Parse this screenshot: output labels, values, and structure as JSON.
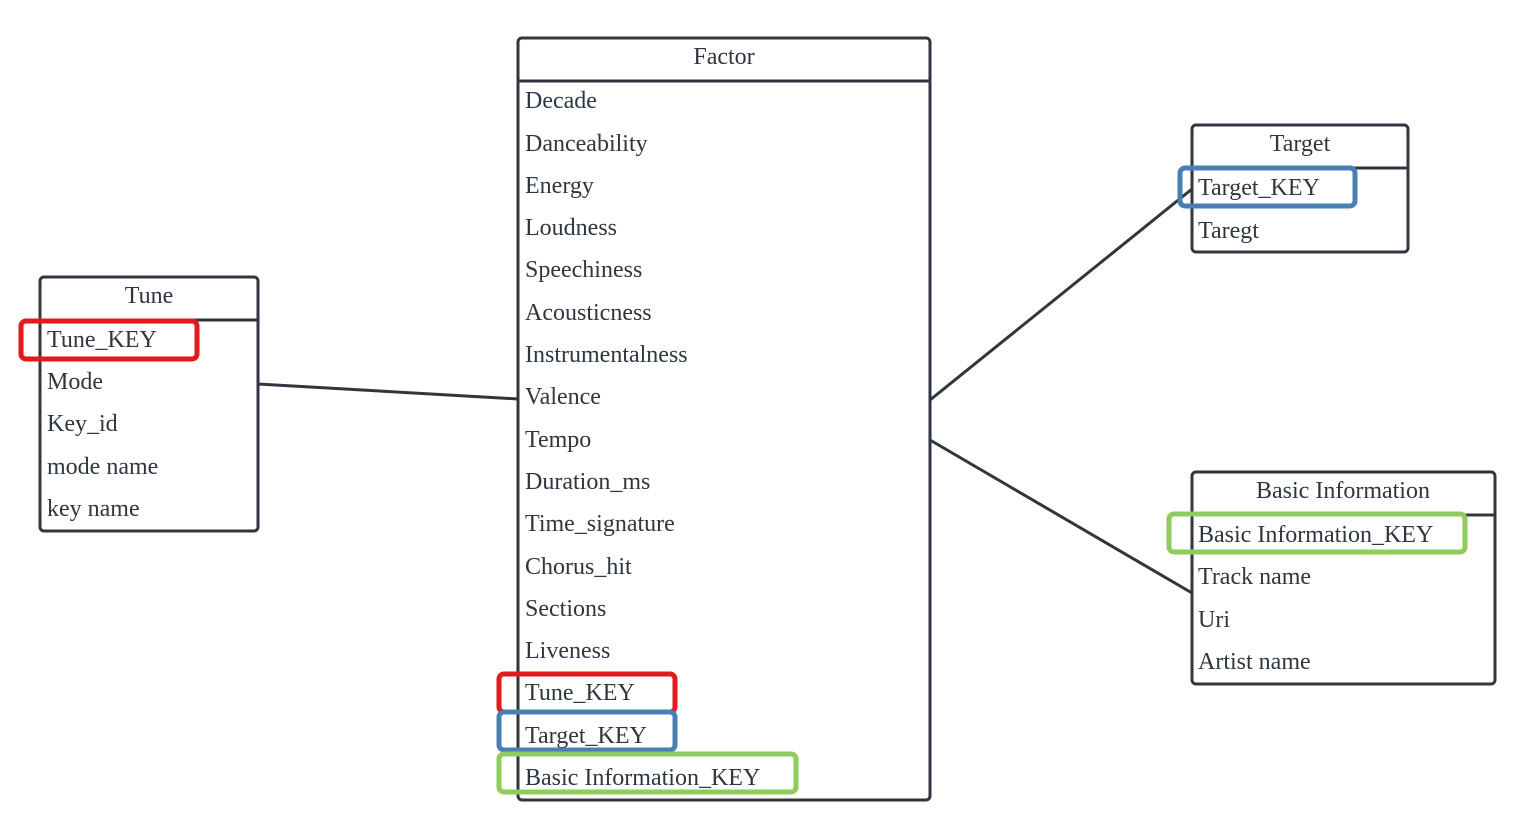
{
  "colors": {
    "line": "#2f3640",
    "background": "#ffffff",
    "tune_key": "#e3191c",
    "target_key": "#4a7fb5",
    "basic_information_key": "#8fcc5b"
  },
  "entities": {
    "factor": {
      "title": "Factor",
      "fields": [
        "Decade",
        "Danceability",
        "Energy",
        "Loudness",
        "Speechiness",
        "Acousticness",
        "Instrumentalness",
        "Valence",
        "Tempo",
        "Duration_ms",
        "Time_signature",
        "Chorus_hit",
        "Sections",
        "Liveness",
        "Tune_KEY",
        "Target_KEY",
        "Basic Information_KEY"
      ]
    },
    "tune": {
      "title": "Tune",
      "fields": [
        "Tune_KEY",
        "Mode",
        "Key_id",
        "mode name",
        "key name"
      ]
    },
    "target": {
      "title": "Target",
      "fields": [
        "Target_KEY",
        "Taregt"
      ]
    },
    "basic_information": {
      "title": "Basic Information",
      "fields": [
        "Basic Information_KEY",
        "Track name",
        "Uri",
        "Artist name"
      ]
    }
  },
  "highlights": [
    {
      "entity": "tune",
      "field_index": 0,
      "color_key": "tune_key"
    },
    {
      "entity": "factor",
      "field_index": 14,
      "color_key": "tune_key"
    },
    {
      "entity": "target",
      "field_index": 0,
      "color_key": "target_key"
    },
    {
      "entity": "factor",
      "field_index": 15,
      "color_key": "target_key"
    },
    {
      "entity": "basic_information",
      "field_index": 0,
      "color_key": "basic_information_key"
    },
    {
      "entity": "factor",
      "field_index": 16,
      "color_key": "basic_information_key"
    }
  ],
  "relationships": [
    {
      "from": "tune",
      "to": "factor"
    },
    {
      "from": "factor",
      "to": "target"
    },
    {
      "from": "factor",
      "to": "basic_information"
    }
  ]
}
